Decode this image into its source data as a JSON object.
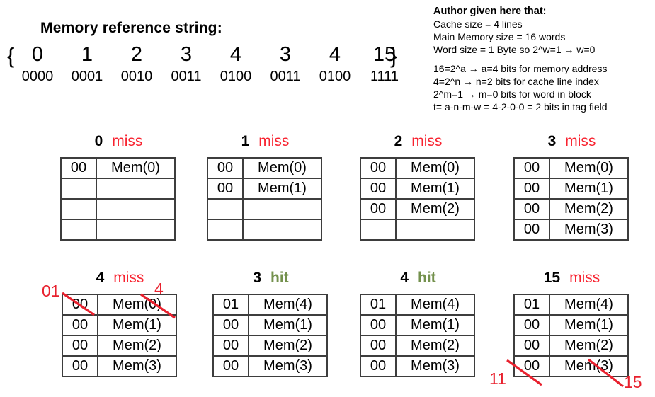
{
  "colors": {
    "miss": "#f82330",
    "hit": "#74914d",
    "annotation": "#e8212e",
    "table_border": "#3d3d3d",
    "text": "#000000"
  },
  "ref_string": {
    "title": "Memory reference string:",
    "open_brace": "{",
    "close_brace": "}",
    "refs": [
      {
        "dec": "0",
        "bin": "0000"
      },
      {
        "dec": "1",
        "bin": "0001"
      },
      {
        "dec": "2",
        "bin": "0010"
      },
      {
        "dec": "3",
        "bin": "0011"
      },
      {
        "dec": "4",
        "bin": "0100"
      },
      {
        "dec": "3",
        "bin": "0011"
      },
      {
        "dec": "4",
        "bin": "0100"
      },
      {
        "dec": "15",
        "bin": "1111"
      }
    ]
  },
  "author_note": {
    "title": "Author given here that:",
    "lines": [
      "Cache size = 4 lines",
      "Main Memory size = 16 words",
      "Word size = 1 Byte so 2^w=1 → w=0"
    ],
    "lines2": [
      "16=2^a → a=4 bits for memory address",
      "4=2^n → n=2 bits for cache line index",
      "2^m=1 → m=0 bits for word in block",
      "t= a-n-m-w = 4-2-0-0 = 2 bits in tag field"
    ]
  },
  "steps": [
    {
      "ref": "0",
      "result": "miss",
      "rows": [
        [
          "00",
          "Mem(0)"
        ],
        [
          "",
          ""
        ],
        [
          "",
          ""
        ],
        [
          "",
          ""
        ]
      ]
    },
    {
      "ref": "1",
      "result": "miss",
      "rows": [
        [
          "00",
          "Mem(0)"
        ],
        [
          "00",
          "Mem(1)"
        ],
        [
          "",
          ""
        ],
        [
          "",
          ""
        ]
      ]
    },
    {
      "ref": "2",
      "result": "miss",
      "rows": [
        [
          "00",
          "Mem(0)"
        ],
        [
          "00",
          "Mem(1)"
        ],
        [
          "00",
          "Mem(2)"
        ],
        [
          "",
          ""
        ]
      ]
    },
    {
      "ref": "3",
      "result": "miss",
      "rows": [
        [
          "00",
          "Mem(0)"
        ],
        [
          "00",
          "Mem(1)"
        ],
        [
          "00",
          "Mem(2)"
        ],
        [
          "00",
          "Mem(3)"
        ]
      ]
    },
    {
      "ref": "4",
      "result": "miss",
      "rows": [
        [
          "00",
          "Mem(0)"
        ],
        [
          "00",
          "Mem(1)"
        ],
        [
          "00",
          "Mem(2)"
        ],
        [
          "00",
          "Mem(3)"
        ]
      ],
      "ann": {
        "new_tag": "01",
        "new_ref": "4"
      }
    },
    {
      "ref": "3",
      "result": "hit",
      "rows": [
        [
          "01",
          "Mem(4)"
        ],
        [
          "00",
          "Mem(1)"
        ],
        [
          "00",
          "Mem(2)"
        ],
        [
          "00",
          "Mem(3)"
        ]
      ]
    },
    {
      "ref": "4",
      "result": "hit",
      "rows": [
        [
          "01",
          "Mem(4)"
        ],
        [
          "00",
          "Mem(1)"
        ],
        [
          "00",
          "Mem(2)"
        ],
        [
          "00",
          "Mem(3)"
        ]
      ]
    },
    {
      "ref": "15",
      "result": "miss",
      "rows": [
        [
          "01",
          "Mem(4)"
        ],
        [
          "00",
          "Mem(1)"
        ],
        [
          "00",
          "Mem(2)"
        ],
        [
          "00",
          "Mem(3)"
        ]
      ],
      "ann": {
        "new_tag": "11",
        "new_ref": "15"
      }
    }
  ]
}
